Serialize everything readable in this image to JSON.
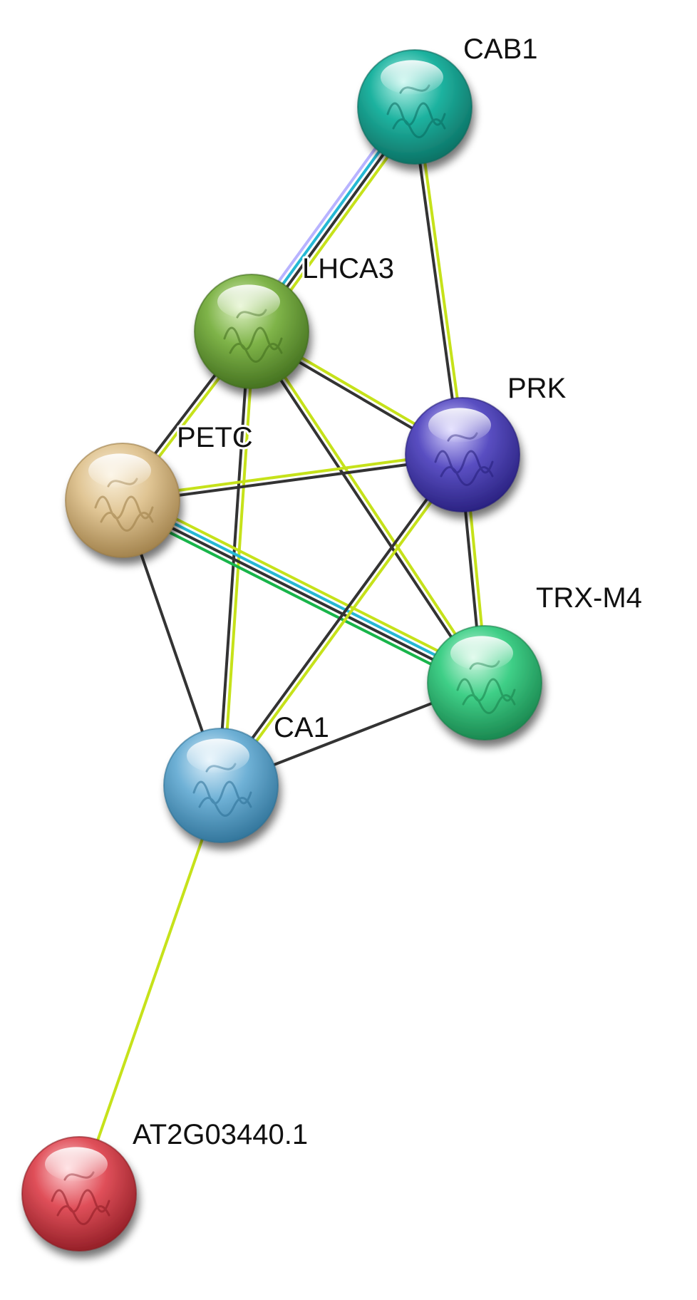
{
  "nodes": [
    {
      "id": "CAB1",
      "label": "CAB1",
      "color": "#1fb3a0",
      "light": "#bff5ec",
      "dark": "#0a6a5e",
      "icon": "protein-structure-icon"
    },
    {
      "id": "LHCA3",
      "label": "LHCA3",
      "color": "#7eb348",
      "light": "#e1f3c8",
      "dark": "#3f6b1c",
      "icon": "protein-structure-icon"
    },
    {
      "id": "PRK",
      "label": "PRK",
      "color": "#5a4fc2",
      "light": "#d9d4ff",
      "dark": "#251d7a",
      "icon": "protein-structure-icon"
    },
    {
      "id": "PETC",
      "label": "PETC",
      "color": "#e0c594",
      "light": "#fbf1dc",
      "dark": "#9b7b45",
      "icon": "protein-structure-icon"
    },
    {
      "id": "TRX-M4",
      "label": "TRX-M4",
      "color": "#3fcf87",
      "light": "#d3f8e4",
      "dark": "#17804a",
      "icon": "protein-structure-icon"
    },
    {
      "id": "CA1",
      "label": "CA1",
      "color": "#6fb1d6",
      "light": "#e0f1fb",
      "dark": "#2c6f95",
      "icon": "protein-structure-icon"
    },
    {
      "id": "AT2G03440.1",
      "label": "AT2G03440.1",
      "color": "#e0505a",
      "light": "#ffd5d8",
      "dark": "#8c1a22",
      "icon": "protein-structure-icon"
    }
  ],
  "edges": [
    {
      "from": "CAB1",
      "to": "LHCA3",
      "evidence": [
        "textmining",
        "coexpression",
        "database",
        "homology"
      ]
    },
    {
      "from": "CAB1",
      "to": "PRK",
      "evidence": [
        "textmining",
        "coexpression"
      ]
    },
    {
      "from": "LHCA3",
      "to": "PRK",
      "evidence": [
        "textmining",
        "coexpression"
      ]
    },
    {
      "from": "LHCA3",
      "to": "PETC",
      "evidence": [
        "textmining",
        "coexpression"
      ]
    },
    {
      "from": "LHCA3",
      "to": "TRX-M4",
      "evidence": [
        "textmining",
        "coexpression"
      ]
    },
    {
      "from": "LHCA3",
      "to": "CA1",
      "evidence": [
        "textmining",
        "coexpression"
      ]
    },
    {
      "from": "PETC",
      "to": "PRK",
      "evidence": [
        "textmining",
        "coexpression"
      ]
    },
    {
      "from": "PETC",
      "to": "TRX-M4",
      "evidence": [
        "textmining",
        "database",
        "coexpression",
        "experiments"
      ]
    },
    {
      "from": "PETC",
      "to": "CA1",
      "evidence": [
        "coexpression"
      ]
    },
    {
      "from": "PRK",
      "to": "TRX-M4",
      "evidence": [
        "textmining",
        "coexpression"
      ]
    },
    {
      "from": "PRK",
      "to": "CA1",
      "evidence": [
        "textmining",
        "coexpression"
      ]
    },
    {
      "from": "TRX-M4",
      "to": "CA1",
      "evidence": [
        "coexpression"
      ]
    },
    {
      "from": "CA1",
      "to": "AT2G03440.1",
      "evidence": [
        "textmining"
      ]
    }
  ],
  "evidence_colors": {
    "textmining": "#c6e21a",
    "coexpression": "#333333",
    "database": "#25b8d4",
    "experiments": "#18b54a",
    "homology": "#b8b3ff"
  }
}
